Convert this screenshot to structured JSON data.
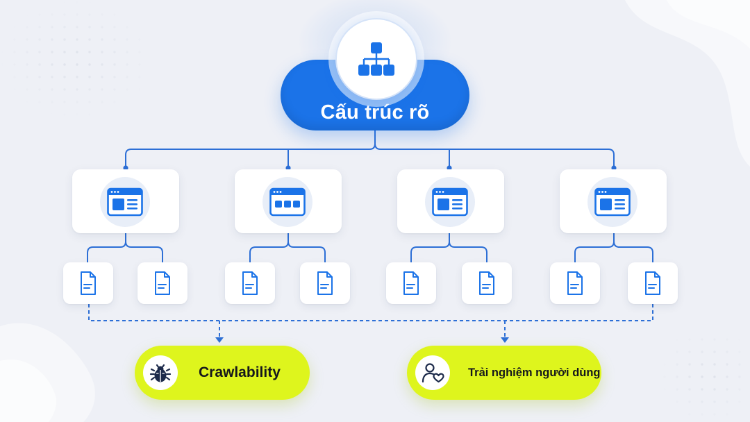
{
  "diagram": {
    "root": {
      "label": "Cấu trúc rõ",
      "icon": "sitemap-icon"
    },
    "sections": [
      {
        "icon": "browser-window-content-icon",
        "pages": [
          "document-icon",
          "document-icon"
        ]
      },
      {
        "icon": "browser-window-grid-icon",
        "pages": [
          "document-icon",
          "document-icon"
        ]
      },
      {
        "icon": "browser-window-content-icon",
        "pages": [
          "document-icon",
          "document-icon"
        ]
      },
      {
        "icon": "browser-window-content-icon",
        "pages": [
          "document-icon",
          "document-icon"
        ]
      }
    ],
    "outcomes": [
      {
        "label": "Crawlability",
        "icon": "bug-icon"
      },
      {
        "label": "Trải nghiệm người dùng",
        "icon": "user-heart-icon"
      }
    ]
  },
  "colors": {
    "background": "#eef0f6",
    "primary_blue": "#1b73e8",
    "connector_blue": "#2d6fd6",
    "accent_lime": "#def51d",
    "card": "#ffffff",
    "icon_bg": "#e8eef8",
    "text_dark": "#15171c"
  }
}
